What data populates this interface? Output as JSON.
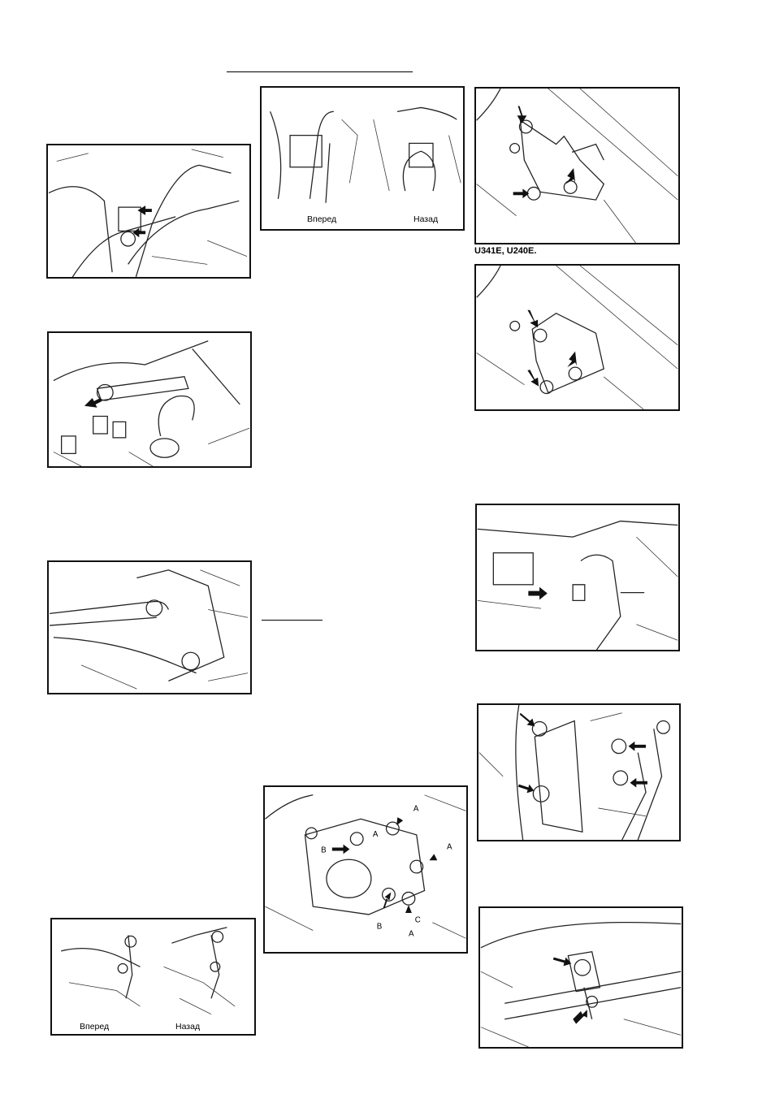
{
  "figures": {
    "f1": {
      "name": "fig-pipe-clamp"
    },
    "f2": {
      "name": "fig-bracket-bolt"
    },
    "f3": {
      "name": "fig-pipe-unions"
    },
    "f4": {
      "name": "fig-pipes-front-rear",
      "front": "Вперед",
      "rear": "Назад"
    },
    "f5": {
      "name": "fig-mount-bracket-a",
      "caption": "U341E, U240E."
    },
    "f6": {
      "name": "fig-mount-bracket-b"
    },
    "f7": {
      "name": "fig-mount-bolt"
    },
    "f8": {
      "name": "fig-mount-nuts-abc",
      "labels": {
        "a": "A",
        "b": "B",
        "c": "C"
      }
    },
    "f9": {
      "name": "fig-transaxle-bolts"
    },
    "f10": {
      "name": "fig-bottom-pipes",
      "front": "Вперед",
      "rear": "Назад"
    },
    "f11": {
      "name": "fig-lower-mount"
    }
  }
}
